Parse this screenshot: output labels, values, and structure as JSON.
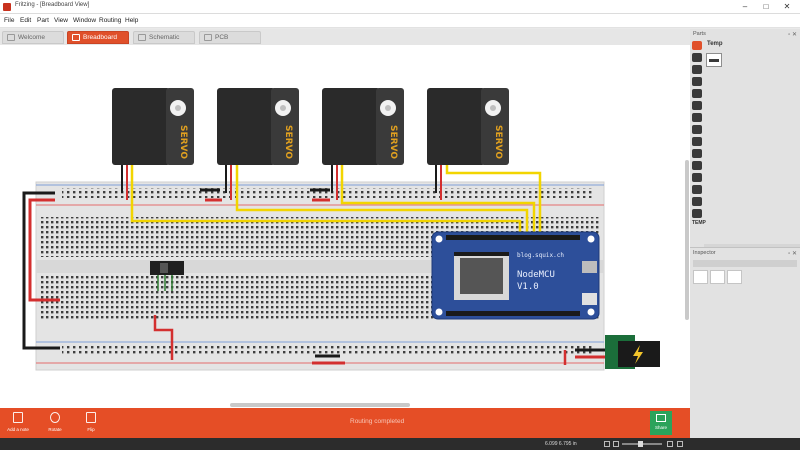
{
  "window": {
    "title": "Fritzing - [Breadboard View]",
    "buttons": [
      "–",
      "□",
      "✕"
    ]
  },
  "menu": [
    "File",
    "Edit",
    "Part",
    "View",
    "Window",
    "Routing",
    "Help"
  ],
  "tabs": [
    {
      "label": "Welcome",
      "active": false,
      "icon": "home-icon"
    },
    {
      "label": "Breadboard",
      "active": true,
      "icon": "breadboard-icon"
    },
    {
      "label": "Schematic",
      "active": false,
      "icon": "schematic-icon"
    },
    {
      "label": "PCB",
      "active": false,
      "icon": "pcb-icon"
    }
  ],
  "canvas": {
    "logo_text": "fritzing",
    "servo_label": "SERVO",
    "nodemcu_top_text": "blog.squix.ch",
    "nodemcu_name_line1": "NodeMCU",
    "nodemcu_name_line2": "V1.0",
    "colors": {
      "wire_yellow": "#f2d500",
      "wire_red": "#d32f2f",
      "wire_black": "#1a1a1a",
      "board_blue": "#2d4f9a",
      "servo_body": "#2a2a2a",
      "servo_label": "#e0a020",
      "power_jack_green": "#1b6e3a"
    }
  },
  "toolbar": {
    "items": [
      {
        "label": "Add a note",
        "icon": "note-icon"
      },
      {
        "label": "Rotate",
        "icon": "rotate-icon"
      },
      {
        "label": "Flip",
        "icon": "flip-icon"
      }
    ],
    "status": "Routing completed",
    "share_label": "Share",
    "accent": "#e54e26",
    "share_color": "#2ba35b"
  },
  "statusbar": {
    "coords": "6.099 6.795 in",
    "zoom": ""
  },
  "panels": {
    "parts_title": "Parts",
    "bin_title": "Temp",
    "temp_label": "TEMP",
    "inspector_title": "Inspector"
  }
}
